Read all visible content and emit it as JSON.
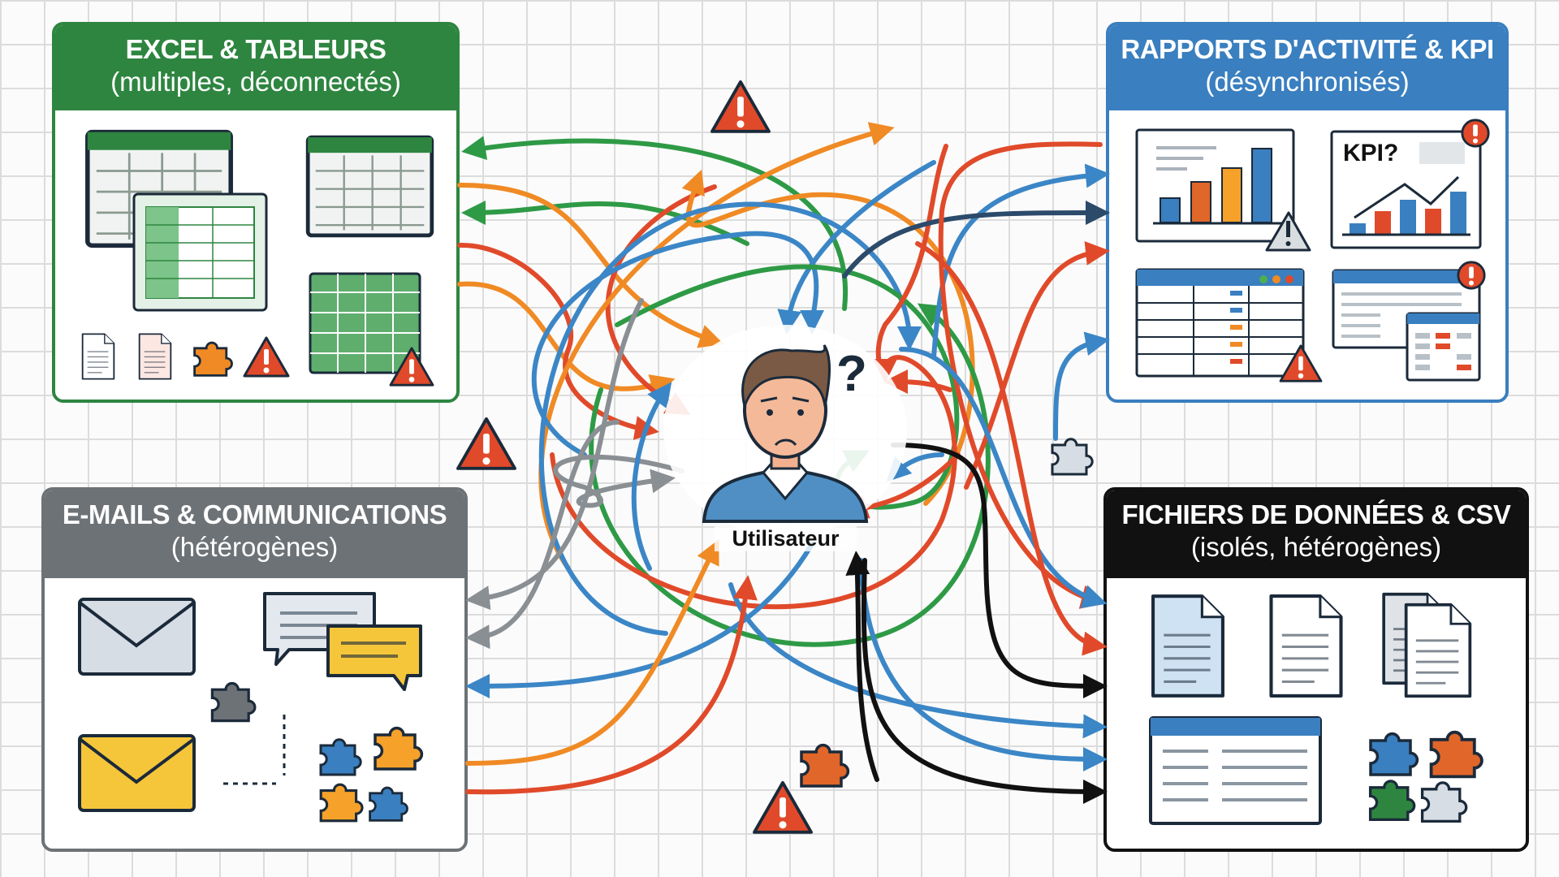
{
  "boxes": {
    "excel": {
      "title": "EXCEL & TABLEURS",
      "subtitle": "(multiples, déconnectés)",
      "color": "#2e8540"
    },
    "rapports": {
      "title": "RAPPORTS D'ACTIVITÉ & KPI",
      "subtitle": "(désynchronisés)",
      "color": "#3a7fbf",
      "kpi_label": "KPI?"
    },
    "emails": {
      "title": "E-MAILS & COMMUNICATIONS",
      "subtitle": "(hétérogènes)",
      "color": "#6d7276"
    },
    "fichiers": {
      "title": "FICHIERS DE DONNÉES & CSV",
      "subtitle": "(isolés, hétérogènes)",
      "color": "#111111"
    }
  },
  "center": {
    "label": "Utilisateur",
    "question": "?"
  },
  "arrow_colors": [
    "#e04a2a",
    "#f08a24",
    "#2e9a46",
    "#3b86c6",
    "#2c4a6a",
    "#8a8f94",
    "#111111"
  ]
}
